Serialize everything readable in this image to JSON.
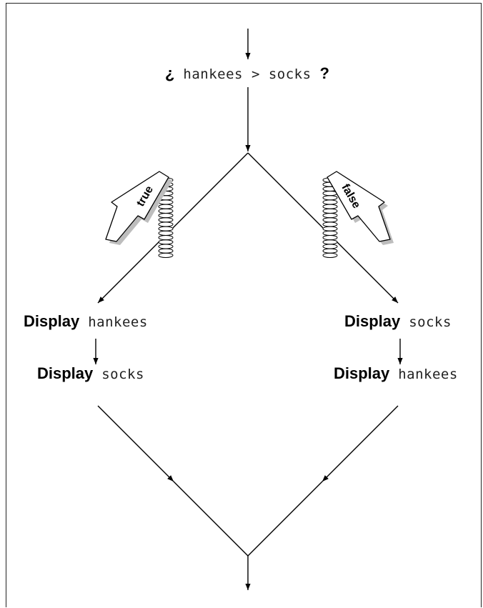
{
  "condition": {
    "open_symbol": "¿",
    "left_operand": "hankees",
    "operator": ">",
    "right_operand": "socks",
    "close_symbol": "?"
  },
  "branches": {
    "true_label": "true",
    "false_label": "false"
  },
  "true_branch": {
    "step1": {
      "keyword": "Display",
      "value": "hankees"
    },
    "step2": {
      "keyword": "Display",
      "value": "socks"
    }
  },
  "false_branch": {
    "step1": {
      "keyword": "Display",
      "value": "socks"
    },
    "step2": {
      "keyword": "Display",
      "value": "hankees"
    }
  },
  "colors": {
    "line": "#000000",
    "tag_fill": "#ffffff",
    "tag_shadow": "#bdbdbd"
  },
  "icons": {
    "branch_tag": "arrow-tag-icon",
    "spring": "spring-coil-icon"
  }
}
